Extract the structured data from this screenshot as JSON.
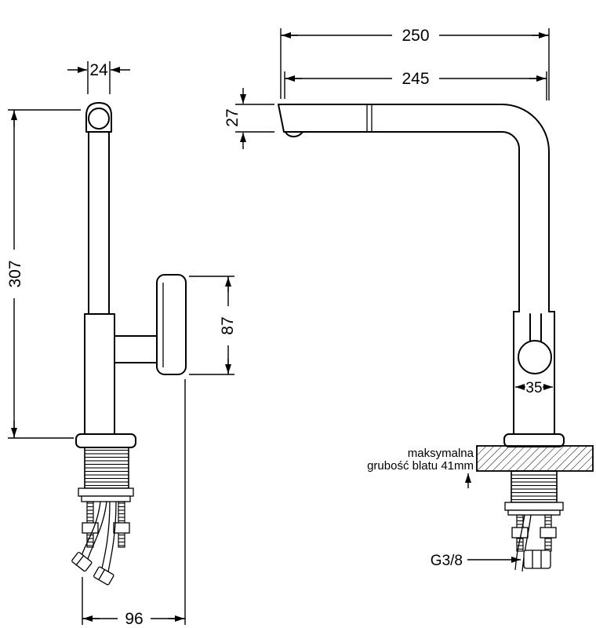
{
  "diagram": {
    "left_view": {
      "dim_top_width": "24",
      "dim_total_height": "307",
      "dim_handle_length": "87",
      "dim_base_span": "96"
    },
    "right_view": {
      "dim_overall_reach": "250",
      "dim_spout_reach": "245",
      "dim_spout_height": "27",
      "dim_body_width": "35",
      "countertop_note_line1": "maksymalna",
      "countertop_note_line2": "grubość blatu 41mm",
      "thread_size_label": "G3/8"
    },
    "colors": {
      "line": "#000000",
      "background": "#ffffff"
    }
  }
}
